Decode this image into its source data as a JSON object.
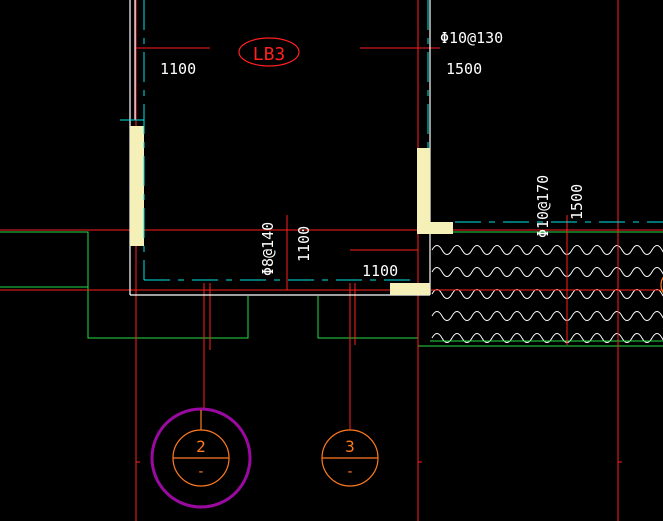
{
  "colors": {
    "background": "#000000",
    "axis_red": "#ff2020",
    "wall_white": "#ffffff",
    "cyan": "#00e5e5",
    "green": "#22dd44",
    "yellow_fill": "#f4f0b8",
    "magenta": "#9a0aa0",
    "orange": "#ff7a1e",
    "text_white": "#ffffff"
  },
  "labels": {
    "slab_tag": "LB3",
    "rebar_top": "Φ10@130",
    "rebar_mid": "Φ8@140",
    "rebar_right": "Φ10@170",
    "dim_top_left": "1100",
    "dim_top_right": "1500",
    "dim_mid_vertical": "1100",
    "dim_mid_horizontal": "1100",
    "dim_right_vertical": "1500"
  },
  "grid_axes": [
    {
      "id": "axis-2",
      "number": "2",
      "sub": "-",
      "selected": true
    },
    {
      "id": "axis-3",
      "number": "3",
      "sub": "-",
      "selected": false
    }
  ]
}
